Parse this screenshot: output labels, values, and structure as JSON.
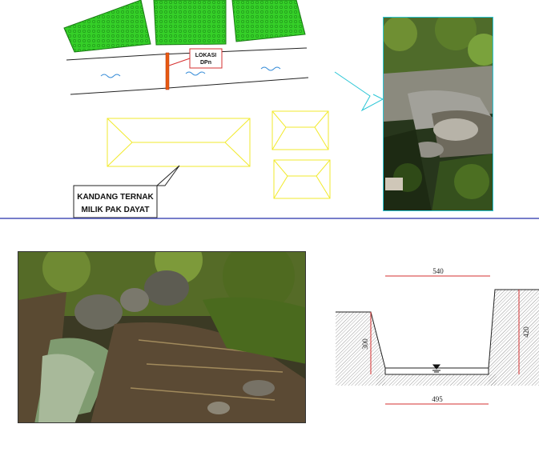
{
  "plan": {
    "location_label_line1": "LOKASI",
    "location_label_line2": "DPn",
    "barn_label_line1": "KANDANG TERNAK",
    "barn_label_line2": "MILIK PAK DAYAT"
  },
  "section": {
    "top_width": "540",
    "bottom_width": "495",
    "left_height": "300",
    "right_height": "420"
  },
  "colors": {
    "field_green": "#3ad62a",
    "roof_yellow": "#f2ea2c",
    "divider_blue": "#4a52b8",
    "callout_cyan": "#29c6d6",
    "dim_red": "#d63030",
    "weir_orange": "#e85a10"
  },
  "icons": {
    "water_wave": "water-wave-icon",
    "water_level": "water-level-icon"
  }
}
